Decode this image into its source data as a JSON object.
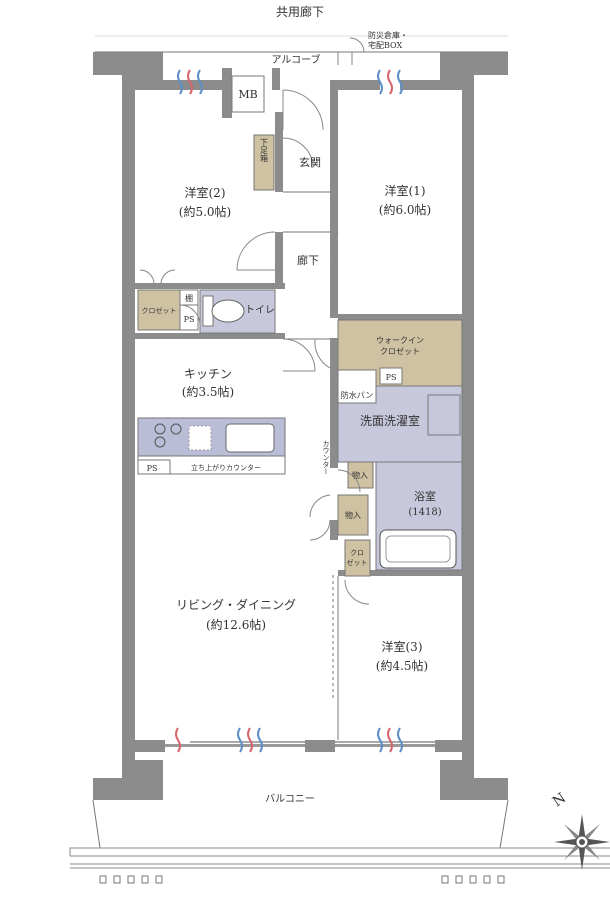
{
  "labels": {
    "corridor": "共用廊下",
    "disaster_box": "防災倉庫・",
    "delivery_box": "宅配BOX",
    "alcove": "アルコーブ",
    "mb": "MB",
    "genkan": "玄関",
    "shoes": "下足箱",
    "room2_name": "洋室(2)",
    "room2_size": "(約5.0帖)",
    "room1_name": "洋室(1)",
    "room1_size": "(約6.0帖)",
    "hall": "廊下",
    "shelf": "棚",
    "closet_left": "クロゼット",
    "ps1": "PS",
    "toilet": "トイレ",
    "wic1": "ウォークイン",
    "wic2": "クロゼット",
    "kitchen_name": "キッチン",
    "kitchen_size": "(約3.5帖)",
    "ps2": "PS",
    "waterproof_pan": "防水パン",
    "washroom": "洗面洗濯室",
    "counter_side": "カウンター",
    "storage1": "物入",
    "bath_name": "浴室",
    "bath_size": "(1418)",
    "ps3": "PS",
    "standing_counter": "立ち上がりカウンター",
    "storage2": "物入",
    "closet_right1": "クロ",
    "closet_right2": "ゼット",
    "living_name": "リビング・ダイニング",
    "living_size": "(約12.6帖)",
    "room3_name": "洋室(3)",
    "room3_size": "(約4.5帖)",
    "balcony": "バルコニー",
    "north": "N"
  },
  "colors": {
    "wall": "#8c8c8c",
    "wet_area": "#c8c8dc",
    "walk_in_closet": "#cfc2a2",
    "storage": "#cfc2a2",
    "kitchen_counter": "#b9bdd6",
    "vent_blue": "#5b8fc8",
    "vent_red": "#d8646a"
  }
}
